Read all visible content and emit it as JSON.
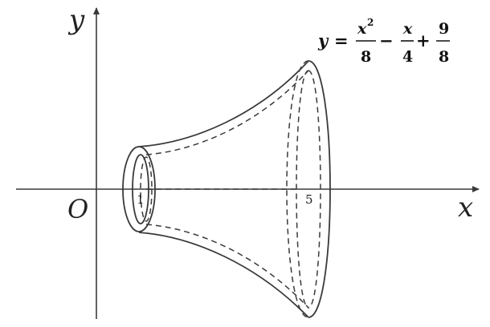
{
  "axes": {
    "x_label": "x",
    "y_label": "y",
    "origin_label": "O"
  },
  "marks": {
    "left_radius_tick": "1",
    "right_radius_tick": "5"
  },
  "equation": {
    "y": "y",
    "equals": "=",
    "t1_num": "x",
    "t1_exp": "2",
    "t1_den": "8",
    "minus": "−",
    "t2_num": "x",
    "t2_den": "4",
    "plus": "+",
    "t3_num": "9",
    "t3_den": "8"
  },
  "colors": {
    "stroke": "#3a3a3a",
    "text": "#222222"
  }
}
